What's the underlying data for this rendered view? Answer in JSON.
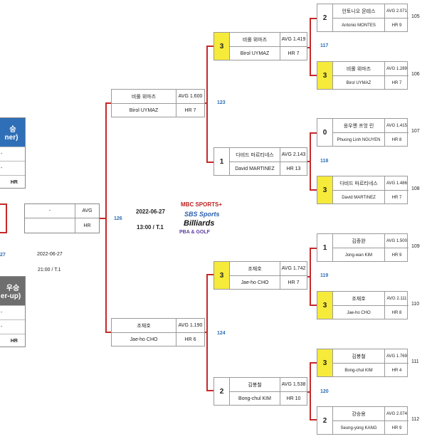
{
  "final": {
    "avg_label": "AVG",
    "hr_label": "HR",
    "player": "-",
    "match_no": "126",
    "date": "2022-06-27",
    "time": "13:00 / T.1",
    "left_no": "27",
    "left_date": "2022-06-27",
    "left_time": "21:00 / T.1"
  },
  "winner": {
    "title_kr": "승",
    "title_en": "ner)",
    "row1": "-",
    "row2": "-",
    "hr": "HR"
  },
  "runner": {
    "title_kr": "우승",
    "title_en": "er-up)",
    "row1": "-",
    "row2": "-",
    "hr": "HR"
  },
  "logos": {
    "mbc": "MBC SPORTS+",
    "sbs": "SBS Sports",
    "bil": "Billiards",
    "pba": "PBA & GOLF"
  },
  "semis": {
    "top": {
      "kr": "비롤 위마즈",
      "en": "Birol UYMAZ",
      "avg": "AVG 1.600",
      "hr": "HR 7",
      "no": "123"
    },
    "bot": {
      "kr": "조재호",
      "en": "Jae-ho CHO",
      "avg": "AVG 1.190",
      "hr": "HR 6",
      "no": "124"
    }
  },
  "quarters": [
    {
      "score": "3",
      "win": true,
      "kr": "비롤 위마즈",
      "en": "Birol UYMAZ",
      "avg": "AVG 1.419",
      "hr": "HR 7",
      "no": "117"
    },
    {
      "score": "1",
      "win": false,
      "kr": "다비드 마르티네스",
      "en": "David MARTINEZ",
      "avg": "AVG 2.143",
      "hr": "HR 13",
      "no": "118"
    },
    {
      "score": "3",
      "win": true,
      "kr": "조재호",
      "en": "Jae-ho CHO",
      "avg": "AVG 1.742",
      "hr": "HR 7",
      "no": "119"
    },
    {
      "score": "2",
      "win": false,
      "kr": "김봉철",
      "en": "Bong-chul KIM",
      "avg": "AVG 1.538",
      "hr": "HR 10",
      "no": "120"
    }
  ],
  "r16": [
    {
      "score": "2",
      "win": false,
      "kr": "안토니오 몬테스",
      "en": "Antonio MONTES",
      "avg": "AVG 2.071",
      "hr": "HR 9",
      "no": "105"
    },
    {
      "score": "3",
      "win": true,
      "kr": "비롤 위마즈",
      "en": "Birol UYMAZ",
      "avg": "AVG 1.289",
      "hr": "HR 7",
      "no": "106"
    },
    {
      "score": "0",
      "win": false,
      "kr": "응우옌 프엉 린",
      "en": "Phuong Linh NGUYEN",
      "avg": "AVG 1.415",
      "hr": "HR 8",
      "no": "107"
    },
    {
      "score": "3",
      "win": true,
      "kr": "다비드 마르티네스",
      "en": "David MARTINEZ",
      "avg": "AVG 1.486",
      "hr": "HR 7",
      "no": "108"
    },
    {
      "score": "1",
      "win": false,
      "kr": "김종완",
      "en": "Jong-wan KIM",
      "avg": "AVG 1.500",
      "hr": "HR 9",
      "no": "109"
    },
    {
      "score": "3",
      "win": true,
      "kr": "조재호",
      "en": "Jae-ho CHO",
      "avg": "AVG 2.111",
      "hr": "HR 8",
      "no": "110"
    },
    {
      "score": "3",
      "win": true,
      "kr": "김봉철",
      "en": "Bong-chul KIM",
      "avg": "AVG 1.769",
      "hr": "HR 4",
      "no": "111"
    },
    {
      "score": "2",
      "win": false,
      "kr": "강승용",
      "en": "Seung-yong KANG",
      "avg": "AVG 2.074",
      "hr": "HR 9",
      "no": "112"
    }
  ]
}
